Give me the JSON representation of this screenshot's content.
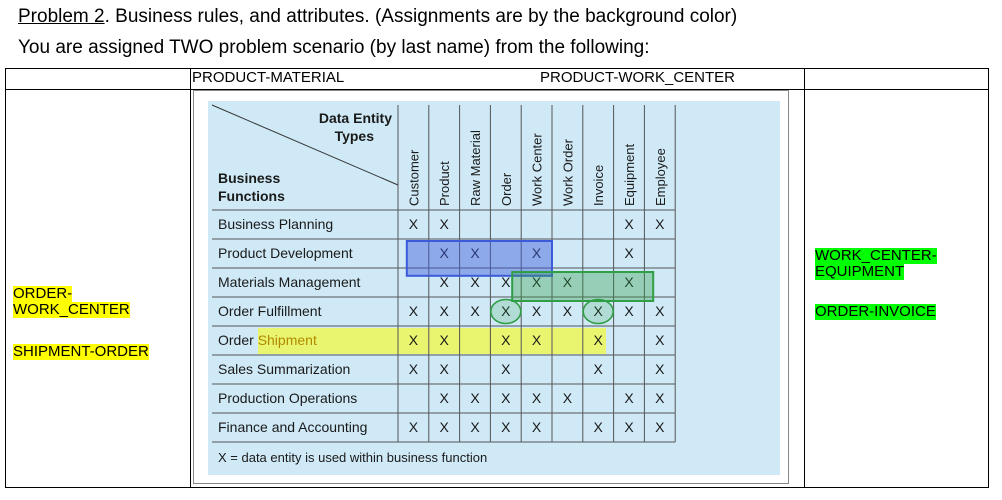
{
  "heading": {
    "problem_label": "Problem 2",
    "problem_rest": ".  Business rules, and attributes. (Assignments are by the background color)",
    "assign_line": "You are assigned TWO problem scenario (by last name) from the following:"
  },
  "top_labels": {
    "left": "PRODUCT-MATERIAL",
    "right": "PRODUCT-WORK_CENTER"
  },
  "left_labels": [
    "ORDER-",
    "WORK_CENTER",
    "SHIPMENT-ORDER"
  ],
  "right_labels": [
    "WORK_CENTER-",
    "EQUIPMENT",
    "ORDER-INVOICE"
  ],
  "colors": {
    "panel": "#cfe9f6",
    "yellow_highlight": "#ffff00",
    "cyan_highlight": "#00ffff",
    "green_highlight": "#00ff00",
    "blue_box": "#3b5bdb",
    "green_box": "#2f9e44"
  },
  "matrix": {
    "corner_top": [
      "Data Entity",
      "Types"
    ],
    "corner_bottom": [
      "Business",
      "Functions"
    ],
    "columns": [
      "Customer",
      "Product",
      "Raw Material",
      "Order",
      "Work Center",
      "Work Order",
      "Invoice",
      "Equipment",
      "Employee"
    ],
    "rows": [
      {
        "label": "Business Planning",
        "cells": [
          "X",
          "X",
          "",
          "",
          "",
          "",
          "",
          "X",
          "X"
        ]
      },
      {
        "label": "Product Development",
        "cells": [
          "",
          "X",
          "X",
          "",
          "X",
          "",
          "",
          "X",
          ""
        ]
      },
      {
        "label": "Materials Management",
        "cells": [
          "",
          "X",
          "X",
          "X",
          "X",
          "X",
          "",
          "X",
          ""
        ]
      },
      {
        "label": "Order Fulfillment",
        "cells": [
          "X",
          "X",
          "X",
          "X",
          "X",
          "X",
          "X",
          "X",
          "X"
        ]
      },
      {
        "label": "Order Shipment",
        "label_plain": "Order ",
        "label_accent": "Shipment",
        "cells": [
          "X",
          "X",
          "",
          "X",
          "X",
          "",
          "X",
          "",
          "X"
        ]
      },
      {
        "label": "Sales Summarization",
        "cells": [
          "X",
          "X",
          "",
          "X",
          "",
          "",
          "X",
          "",
          "X"
        ]
      },
      {
        "label": "Production Operations",
        "cells": [
          "",
          "X",
          "X",
          "X",
          "X",
          "X",
          "",
          "X",
          "X"
        ]
      },
      {
        "label": "Finance and Accounting",
        "cells": [
          "X",
          "X",
          "X",
          "X",
          "X",
          "",
          "X",
          "X",
          "X"
        ]
      }
    ],
    "footnote": "X = data entity is used within business function"
  }
}
